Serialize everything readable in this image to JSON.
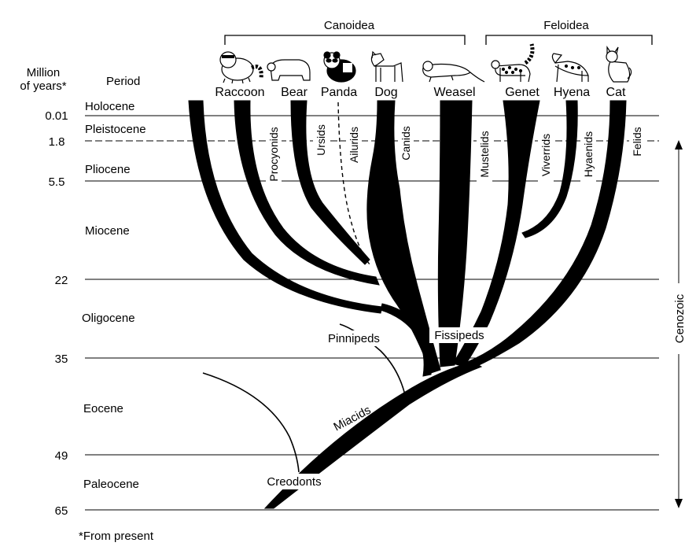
{
  "header": {
    "million_of_years": "Million",
    "of_years": "of years*",
    "period": "Period"
  },
  "footnote": "*From present",
  "superfamilies": {
    "canoidea": "Canoidea",
    "feloidea": "Feloidea"
  },
  "animals": {
    "raccoon": "Raccoon",
    "bear": "Bear",
    "panda": "Panda",
    "dog": "Dog",
    "weasel": "Weasel",
    "genet": "Genet",
    "hyena": "Hyena",
    "cat": "Cat"
  },
  "time_ticks": [
    "0.01",
    "1.8",
    "5.5",
    "22",
    "35",
    "49",
    "65"
  ],
  "periods": {
    "holocene": "Holocene",
    "pleistocene": "Pleistocene",
    "pliocene": "Pliocene",
    "miocene": "Miocene",
    "oligocene": "Oligocene",
    "eocene": "Eocene",
    "paleocene": "Paleocene"
  },
  "families": {
    "procyonids": "Procyonids",
    "ursids": "Ursids",
    "ailurids": "Ailurids",
    "canids": "Canids",
    "mustelids": "Mustelids",
    "viverrids": "Viverrids",
    "hyaenids": "Hyaenids",
    "felids": "Felids"
  },
  "groups": {
    "pinnipeds": "Pinnipeds",
    "fissipeds": "Fissipeds",
    "miacids": "Miacids",
    "creodonts": "Creodonts"
  },
  "era": "Cenozoic",
  "icons": [
    "raccoon-icon",
    "bear-icon",
    "panda-icon",
    "dog-icon",
    "weasel-icon",
    "genet-icon",
    "hyena-icon",
    "cat-icon"
  ]
}
